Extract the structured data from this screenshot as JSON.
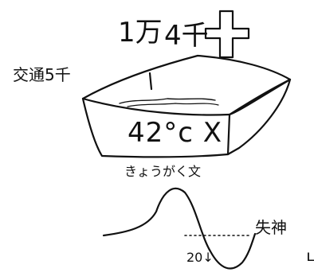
{
  "labels": {
    "price_man": "1万",
    "price_sen": "4千",
    "transport": "交通5千",
    "temperature": "42°c X",
    "kyougaku": "きょうがく文",
    "shisshin": "失神",
    "twenty": "20↓",
    "edge": "ㄴ"
  },
  "icons": {
    "cross": "cross-icon"
  }
}
